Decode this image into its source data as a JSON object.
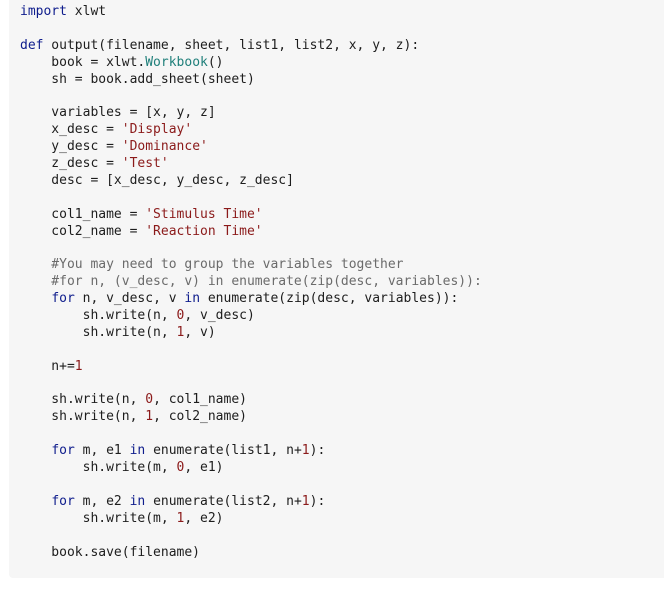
{
  "code": {
    "language": "python",
    "colors": {
      "background": "#f6f6f6",
      "keyword": "#0e1c8c",
      "string": "#8b1a1a",
      "number": "#8b1a1a",
      "comment": "#6b6b6b",
      "class_name": "#1f7f7a",
      "text": "#1d1d1d"
    },
    "lines": [
      [
        {
          "t": "kw",
          "v": "import"
        },
        {
          "t": "plain",
          "v": " xlwt"
        }
      ],
      [],
      [
        {
          "t": "kw",
          "v": "def"
        },
        {
          "t": "plain",
          "v": " output(filename, sheet, list1, list2, x, y, z):"
        }
      ],
      [
        {
          "t": "plain",
          "v": "    book = xlwt."
        },
        {
          "t": "cls",
          "v": "Workbook"
        },
        {
          "t": "plain",
          "v": "()"
        }
      ],
      [
        {
          "t": "plain",
          "v": "    sh = book.add_sheet(sheet)"
        }
      ],
      [],
      [
        {
          "t": "plain",
          "v": "    variables = [x, y, z]"
        }
      ],
      [
        {
          "t": "plain",
          "v": "    x_desc = "
        },
        {
          "t": "str",
          "v": "'Display'"
        }
      ],
      [
        {
          "t": "plain",
          "v": "    y_desc = "
        },
        {
          "t": "str",
          "v": "'Dominance'"
        }
      ],
      [
        {
          "t": "plain",
          "v": "    z_desc = "
        },
        {
          "t": "str",
          "v": "'Test'"
        }
      ],
      [
        {
          "t": "plain",
          "v": "    desc = [x_desc, y_desc, z_desc]"
        }
      ],
      [],
      [
        {
          "t": "plain",
          "v": "    col1_name = "
        },
        {
          "t": "str",
          "v": "'Stimulus Time'"
        }
      ],
      [
        {
          "t": "plain",
          "v": "    col2_name = "
        },
        {
          "t": "str",
          "v": "'Reaction Time'"
        }
      ],
      [],
      [
        {
          "t": "cm",
          "v": "    #You may need to group the variables together"
        }
      ],
      [
        {
          "t": "cm",
          "v": "    #for n, (v_desc, v) in enumerate(zip(desc, variables)):"
        }
      ],
      [
        {
          "t": "plain",
          "v": "    "
        },
        {
          "t": "kw",
          "v": "for"
        },
        {
          "t": "plain",
          "v": " n, v_desc, v "
        },
        {
          "t": "kw",
          "v": "in"
        },
        {
          "t": "plain",
          "v": " enumerate(zip(desc, variables)):"
        }
      ],
      [
        {
          "t": "plain",
          "v": "        sh.write(n, "
        },
        {
          "t": "num",
          "v": "0"
        },
        {
          "t": "plain",
          "v": ", v_desc)"
        }
      ],
      [
        {
          "t": "plain",
          "v": "        sh.write(n, "
        },
        {
          "t": "num",
          "v": "1"
        },
        {
          "t": "plain",
          "v": ", v)"
        }
      ],
      [],
      [
        {
          "t": "plain",
          "v": "    n+="
        },
        {
          "t": "num",
          "v": "1"
        }
      ],
      [],
      [
        {
          "t": "plain",
          "v": "    sh.write(n, "
        },
        {
          "t": "num",
          "v": "0"
        },
        {
          "t": "plain",
          "v": ", col1_name)"
        }
      ],
      [
        {
          "t": "plain",
          "v": "    sh.write(n, "
        },
        {
          "t": "num",
          "v": "1"
        },
        {
          "t": "plain",
          "v": ", col2_name)"
        }
      ],
      [],
      [
        {
          "t": "plain",
          "v": "    "
        },
        {
          "t": "kw",
          "v": "for"
        },
        {
          "t": "plain",
          "v": " m, e1 "
        },
        {
          "t": "kw",
          "v": "in"
        },
        {
          "t": "plain",
          "v": " enumerate(list1, n+"
        },
        {
          "t": "num",
          "v": "1"
        },
        {
          "t": "plain",
          "v": "):"
        }
      ],
      [
        {
          "t": "plain",
          "v": "        sh.write(m, "
        },
        {
          "t": "num",
          "v": "0"
        },
        {
          "t": "plain",
          "v": ", e1)"
        }
      ],
      [],
      [
        {
          "t": "plain",
          "v": "    "
        },
        {
          "t": "kw",
          "v": "for"
        },
        {
          "t": "plain",
          "v": " m, e2 "
        },
        {
          "t": "kw",
          "v": "in"
        },
        {
          "t": "plain",
          "v": " enumerate(list2, n+"
        },
        {
          "t": "num",
          "v": "1"
        },
        {
          "t": "plain",
          "v": "):"
        }
      ],
      [
        {
          "t": "plain",
          "v": "        sh.write(m, "
        },
        {
          "t": "num",
          "v": "1"
        },
        {
          "t": "plain",
          "v": ", e2)"
        }
      ],
      [],
      [
        {
          "t": "plain",
          "v": "    book.save(filename)"
        }
      ]
    ]
  }
}
